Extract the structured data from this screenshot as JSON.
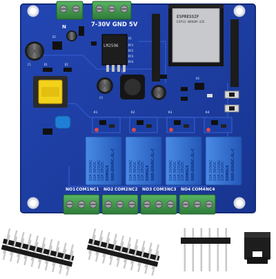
{
  "board": {
    "colors": {
      "pcb": "#1d3fa8",
      "pcb_edge": "#16318a",
      "silk": "#f2f6ff",
      "terminal": "#3f9a4c",
      "relay": "#2f6fd0",
      "header_black": "#1a1a1a",
      "pin": "#c9c9c9"
    },
    "power_label": "7-30V GND 5V",
    "power_n_label": "N",
    "module_brand": "ESPRESSIF",
    "module_model": "ESP32-WROOM-32E",
    "regulator_label": "LM2596",
    "relay_labels": [
      "SRD-05VDC-SL-C",
      "SRD-05VDC-SL-C",
      "SRD-05VDC-SL-C",
      "SRD-05VDC-SL-C"
    ],
    "relay_ratings": "10A 250VAC\n10A 30VDC\n10A 125VAC\n10A 28VDC",
    "relay_brand": "SONGLE",
    "terminal_labels": [
      [
        "NO1",
        "COM1",
        "NC1"
      ],
      [
        "NO2",
        "COM2",
        "NC2"
      ],
      [
        "NO3",
        "COM3",
        "NC3"
      ],
      [
        "NO4",
        "COM4",
        "NC4"
      ]
    ],
    "silkscreen": {
      "K1": "K1",
      "K2": "K2",
      "K3": "K3",
      "K4": "K4",
      "u1": "U1",
      "u2": "U2",
      "u3": "U3",
      "ry1": "RY1",
      "ry2": "RY2",
      "ry3": "RY3",
      "ry4": "RY4",
      "l1": "L1",
      "c1": "C1",
      "c3": "C3",
      "d1": "D1",
      "d2": "D2"
    }
  },
  "accessories": {
    "header_1": {
      "pins_per_row": 10,
      "rows": 2
    },
    "header_2": {
      "pins_per_row": 10,
      "rows": 2
    },
    "header_3": {
      "pins_per_row": 6,
      "rows": 1
    },
    "jumper": {
      "type": "jumper cap"
    }
  }
}
